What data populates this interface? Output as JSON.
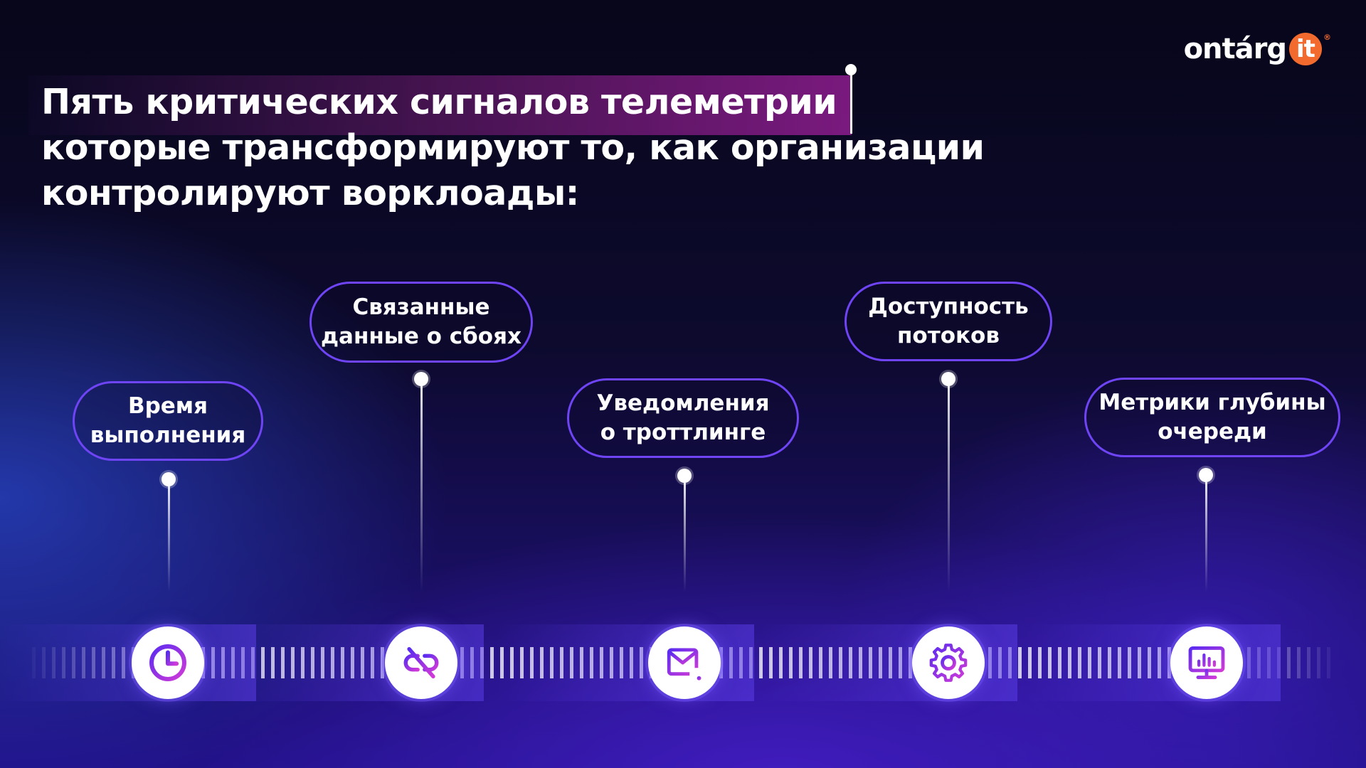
{
  "logo": {
    "text": "ontárg",
    "badge": "it",
    "reg": "®"
  },
  "title": {
    "line1": "Пять критических сигналов телеметрии",
    "line2": "которые трансформируют то, как организации",
    "line3": "контролируют ворклоады:"
  },
  "signals": [
    {
      "label": "Время\nвыполнения",
      "icon": "clock-icon"
    },
    {
      "label": "Связанные\nданные о сбоях",
      "icon": "broken-link-icon"
    },
    {
      "label": "Уведомления\nо троттлинге",
      "icon": "mail-alert-icon"
    },
    {
      "label": "Доступность\nпотоков",
      "icon": "gear-icon"
    },
    {
      "label": "Метрики глубины\nочереди",
      "icon": "monitor-chart-icon"
    }
  ],
  "colors": {
    "accent": "#6e44f5",
    "icon_gradient_start": "#5b2cf0",
    "icon_gradient_end": "#d13ad8",
    "logo_orange": "#f26a2e"
  }
}
